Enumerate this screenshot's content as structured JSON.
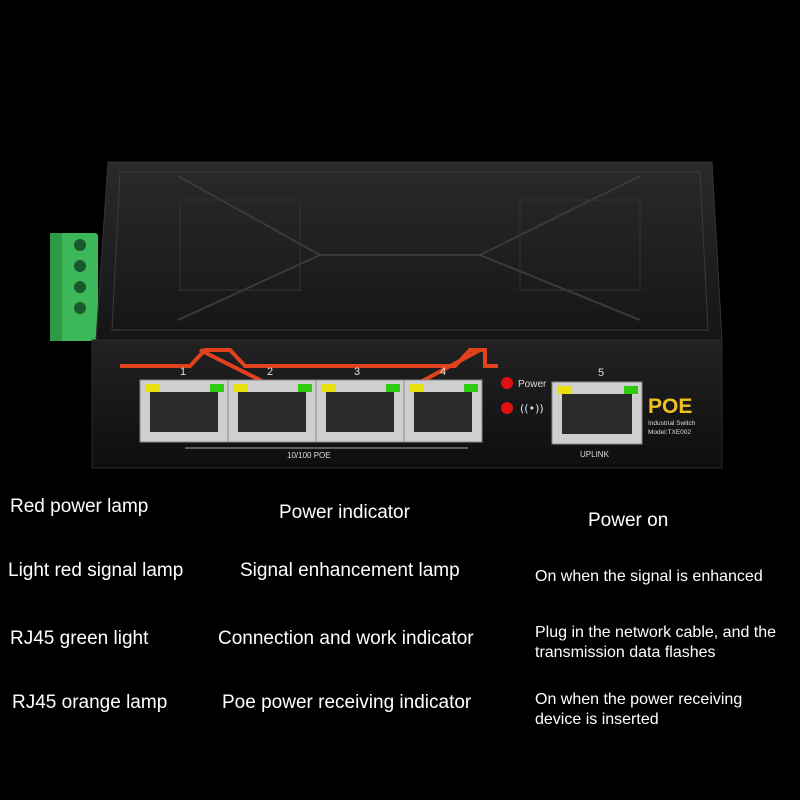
{
  "device": {
    "brand_label": "POE",
    "subtitle": "Industrial Switch",
    "model": "Model:TXE002",
    "port_numbers": [
      "1",
      "2",
      "3",
      "4",
      "5"
    ],
    "poe_bar_label": "10/100 POE",
    "uplink_label": "UPLINK",
    "power_label": "Power",
    "colors": {
      "body": "#1c1c1c",
      "accent": "#e0421e",
      "led_red": "#e01010",
      "led_green": "#2ecc10",
      "led_yellow": "#e8e010",
      "text_yellow": "#f0c020",
      "terminal": "#3cb85a"
    }
  },
  "legend": [
    {
      "lamp": "Red power lamp",
      "function": "Power indicator",
      "description": "Power on"
    },
    {
      "lamp": "Light red signal lamp",
      "function": "Signal enhancement lamp",
      "description": "On when the signal is enhanced"
    },
    {
      "lamp": "RJ45 green light",
      "function": "Connection and work indicator",
      "description": "Plug in the network cable, and the transmission data flashes"
    },
    {
      "lamp": "RJ45 orange lamp",
      "function": "Poe power receiving indicator",
      "description": "On when the power receiving device is inserted"
    }
  ]
}
